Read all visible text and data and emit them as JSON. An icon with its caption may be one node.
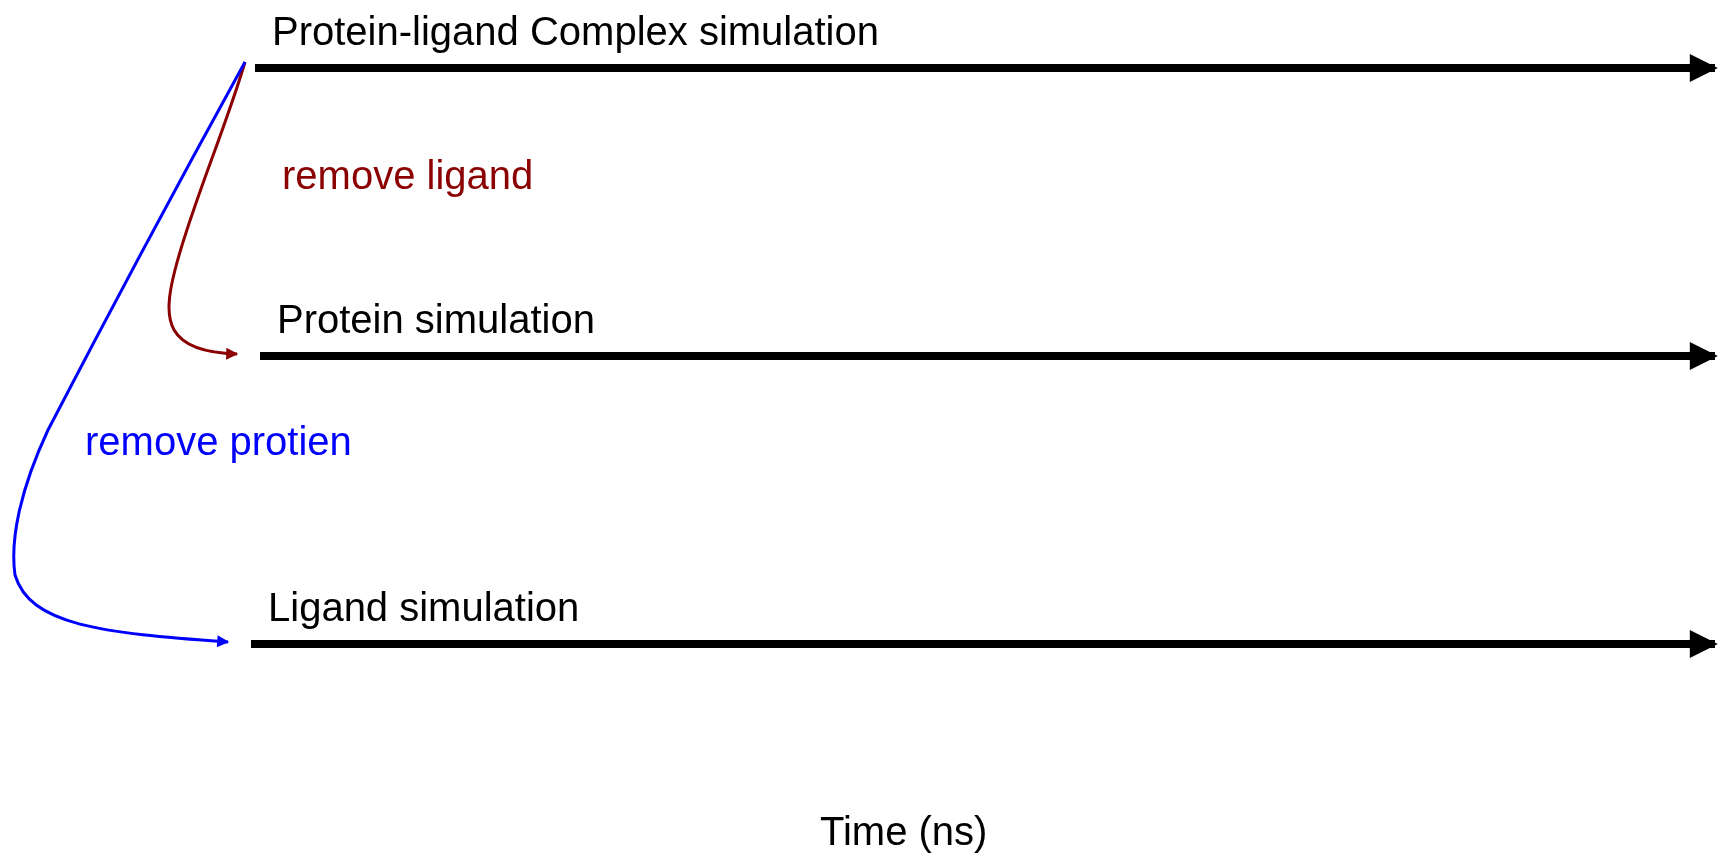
{
  "diagram": {
    "nodes": [
      {
        "text": [
          "Protein-ligand Complex simulation"
        ]
      },
      {
        "text": [
          "Protein simulation"
        ]
      },
      {
        "text": [
          "Ligand simulation"
        ]
      }
    ],
    "edges": [
      {
        "from": 0,
        "to": null,
        "arrow": "to"
      },
      {
        "from": 0,
        "to": 1,
        "arrow": "to",
        "label": "remove ligand",
        "color": "#8b0000"
      },
      {
        "from": 0,
        "to": 2,
        "arrow": "to",
        "label": "remove protien",
        "color": "#0000ff"
      },
      {
        "from": 1,
        "to": null,
        "arrow": "to"
      },
      {
        "from": 2,
        "to": null,
        "arrow": "to"
      }
    ],
    "labels": [
      "Time (ns)"
    ]
  }
}
